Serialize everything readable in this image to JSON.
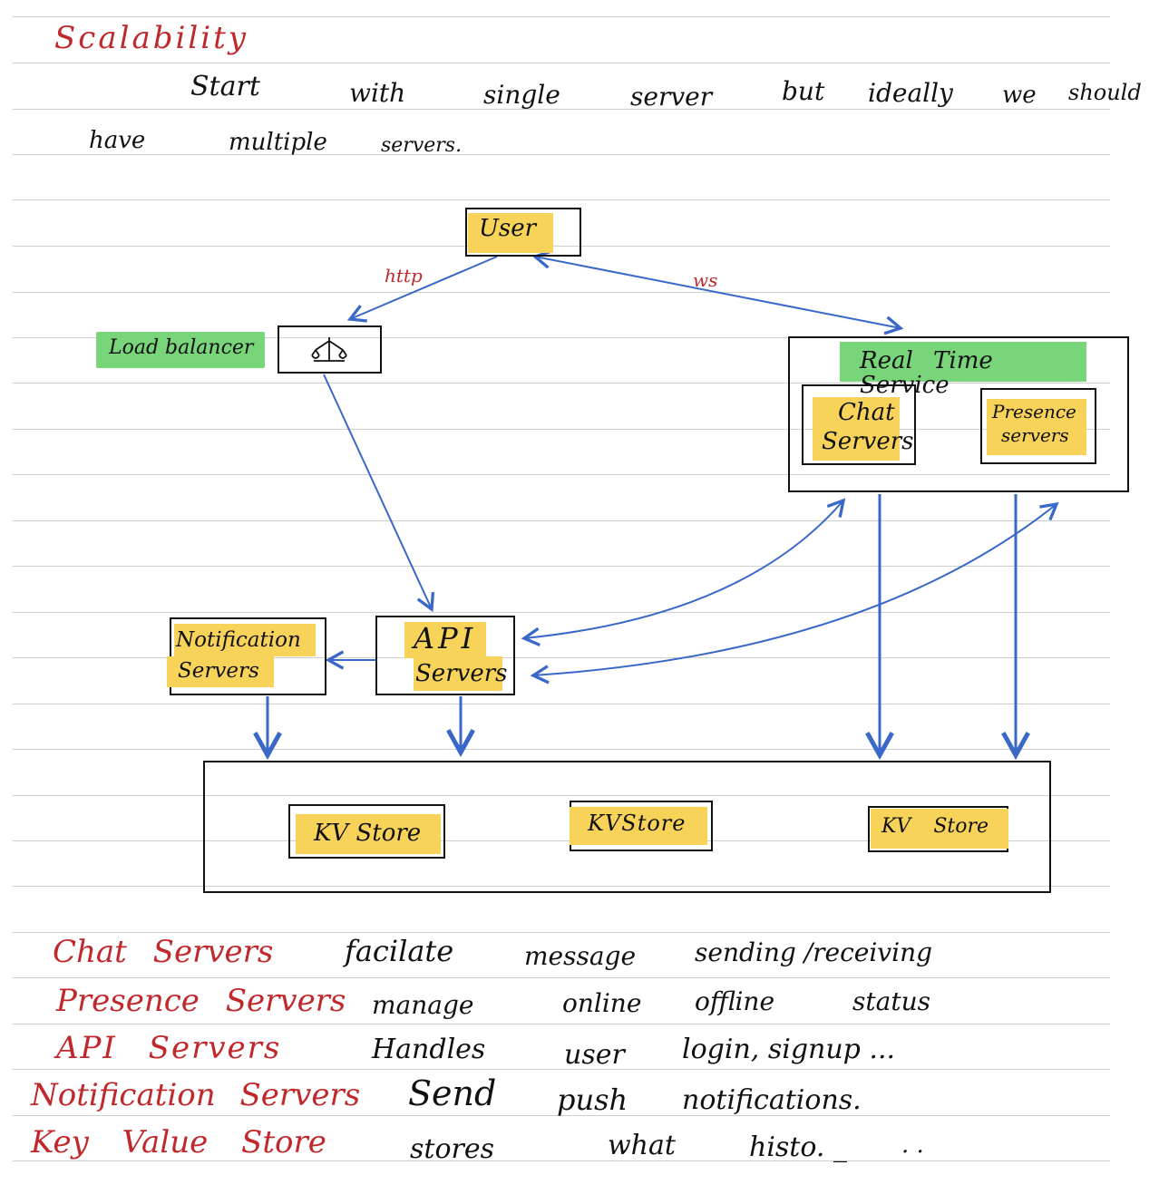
{
  "title": "Scalability",
  "intro": {
    "line1": [
      "Start",
      "with",
      "single",
      "server",
      "but",
      "ideally",
      "we",
      "should"
    ],
    "line2": [
      "have",
      "multiple",
      "servers."
    ]
  },
  "diagram": {
    "user": "User",
    "http": "http",
    "ws": "ws",
    "load_balancer": "Load balancer",
    "load_balancer_icon": "balance-scale-icon",
    "real_time_service": "Real Time Service",
    "chat_servers": [
      "Chat",
      "Servers"
    ],
    "presence_servers": [
      "Presence",
      "servers"
    ],
    "notification_servers": [
      "Notification",
      "Servers"
    ],
    "api_servers": [
      "API",
      "Servers"
    ],
    "kv_store_1": "KV Store",
    "kv_store_2": "KVStore",
    "kv_store_3": "KV Store"
  },
  "definitions": [
    {
      "term": "Chat Servers",
      "desc": [
        "facilate",
        "message",
        "sending /receiving"
      ]
    },
    {
      "term": "Presence Servers",
      "desc": [
        "manage",
        "online",
        "offline",
        "status"
      ]
    },
    {
      "term": "API Servers",
      "desc": [
        "Handles",
        "user",
        "login, signup ..."
      ]
    },
    {
      "term": "Notification Servers",
      "desc": [
        "Send",
        "push",
        "notifications."
      ]
    },
    {
      "term": "Key Value Store",
      "desc": [
        "stores",
        "what",
        "histo. _",
        ". ."
      ]
    }
  ],
  "colors": {
    "highlight_yellow": "#f7d35a",
    "highlight_green": "#79d57a",
    "arrow_blue": "#3a68c9",
    "ink_red": "#c0282c",
    "ink_black": "#111111",
    "rule_gray": "#cfcfcf"
  }
}
